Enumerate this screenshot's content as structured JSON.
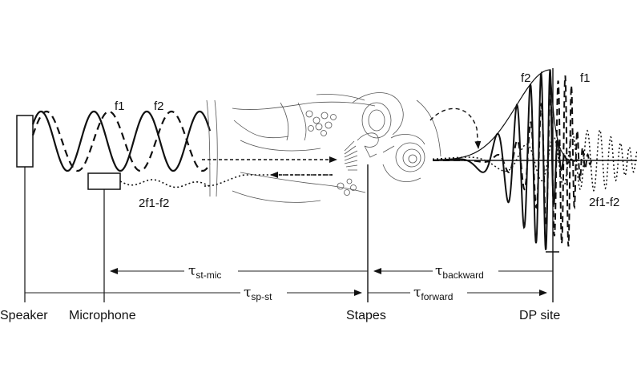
{
  "labels": {
    "f1_left": "f1",
    "f2_left": "f2",
    "dp_left": "2f1-f2",
    "f1_right": "f1",
    "f2_right": "f2",
    "dp_right": "2f1-f2"
  },
  "bottom_labels": {
    "speaker": "Speaker",
    "microphone": "Microphone",
    "stapes": "Stapes",
    "dp_site": "DP site"
  },
  "delays": {
    "st_mic": {
      "symbol": "τ",
      "sub": "st-mic"
    },
    "backward": {
      "symbol": "τ",
      "sub": "backward"
    },
    "sp_st": {
      "symbol": "τ",
      "sub": "sp-st"
    },
    "forward": {
      "symbol": "τ",
      "sub": "forward"
    }
  }
}
